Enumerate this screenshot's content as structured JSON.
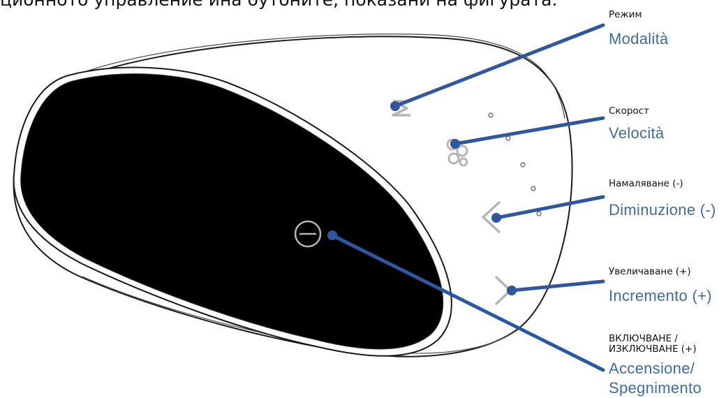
{
  "header": {
    "text": "ционното управление ина бутоните, показани на фигурата."
  },
  "callouts": [
    {
      "id": "mode",
      "bg_label": "Режим",
      "it_label": "Modalità"
    },
    {
      "id": "speed",
      "bg_label": "Скорост",
      "it_label": "Velocità"
    },
    {
      "id": "decrease",
      "bg_label": "Намаляване (-)",
      "it_label": "Diminuzione (-)"
    },
    {
      "id": "increase",
      "bg_label": "Увеличаване (+)",
      "it_label": "Incremento (+)"
    },
    {
      "id": "power",
      "bg_label_line1": "ВКЛЮЧВАНЕ /",
      "bg_label_line2": "ИЗКЛЮЧВАНЕ (+)",
      "it_label_line1": "Accensione/",
      "it_label_line2": "Spegnimento"
    }
  ],
  "colors": {
    "leader_line": "#2f57a0",
    "italian_label": "#3f6d98",
    "bulgarian_label": "#111111",
    "device_front": "#000000",
    "device_outline": "#1a1a1a",
    "icon_gray": "#b5b5b5"
  },
  "icons": [
    "mode-icon",
    "fan-speed-icon",
    "chevron-left-icon",
    "chevron-right-icon",
    "power-icon"
  ]
}
